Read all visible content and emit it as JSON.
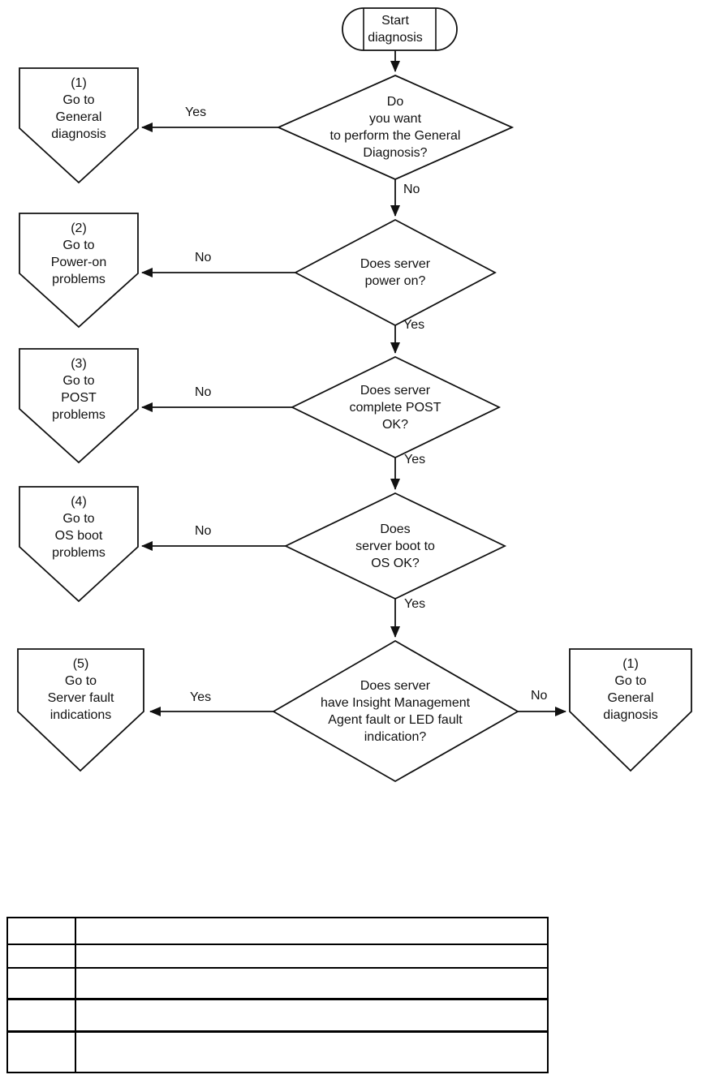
{
  "flowchart": {
    "start": {
      "label": "Start\ndiagnosis"
    },
    "d1": {
      "label": "Do\nyou want\nto perform the General\nDiagnosis?",
      "left_label": "Yes",
      "down_label": "No"
    },
    "d2": {
      "label": "Does server\npower on?",
      "left_label": "No",
      "down_label": "Yes"
    },
    "d3": {
      "label": "Does server\ncomplete POST\nOK?",
      "left_label": "No",
      "down_label": "Yes"
    },
    "d4": {
      "label": "Does\nserver boot to\nOS OK?",
      "left_label": "No",
      "down_label": "Yes"
    },
    "d5": {
      "label": "Does server\nhave Insight Management\nAgent fault or LED fault\nindication?",
      "left_label": "Yes",
      "right_label": "No"
    },
    "p1": {
      "label": "(1)\nGo to\nGeneral\ndiagnosis"
    },
    "p2": {
      "label": "(2)\nGo to\nPower-on\nproblems"
    },
    "p3": {
      "label": "(3)\nGo to\nPOST\nproblems"
    },
    "p4": {
      "label": "(4)\nGo to\nOS boot\nproblems"
    },
    "p5": {
      "label": "(5)\nGo to\nServer fault\nindications"
    },
    "p6": {
      "label": "(1)\nGo to\nGeneral\ndiagnosis"
    }
  },
  "table": {
    "row_count": 5,
    "column_count": 2,
    "rows": [
      [
        "",
        ""
      ],
      [
        "",
        ""
      ],
      [
        "",
        ""
      ],
      [
        "",
        ""
      ],
      [
        "",
        ""
      ]
    ]
  }
}
